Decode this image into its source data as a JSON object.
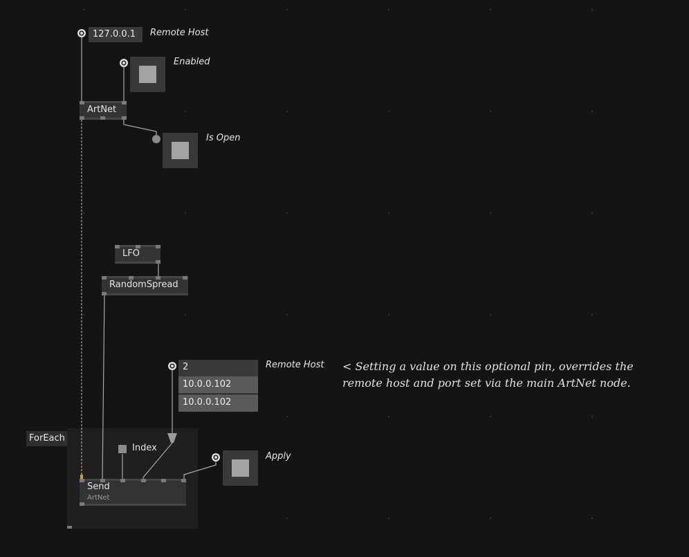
{
  "nodes": {
    "artnet": {
      "title": "ArtNet"
    },
    "lfo": {
      "title": "LFO"
    },
    "random_spread": {
      "title": "RandomSpread"
    },
    "send": {
      "title": "Send",
      "category": "ArtNet"
    },
    "foreach": {
      "title": "ForEach"
    },
    "index": {
      "label": "Index"
    }
  },
  "pads": {
    "remote_host_top": {
      "value": "127.0.0.1",
      "label": "Remote Host"
    },
    "enabled": {
      "label": "Enabled"
    },
    "is_open": {
      "label": "Is Open"
    },
    "remote_host_spread": {
      "count": "2",
      "label": "Remote Host",
      "rows": [
        "10.0.0.102",
        "10.0.0.102"
      ]
    },
    "apply": {
      "label": "Apply"
    }
  },
  "comment": {
    "line1": "< Setting a value on this optional pin, overrides the",
    "line2": "remote host and port set via the main ArtNet node."
  },
  "colors": {
    "background": "#141414",
    "node": "#333333",
    "link": "#a8a8a8",
    "active_pin": "#d8a020"
  }
}
